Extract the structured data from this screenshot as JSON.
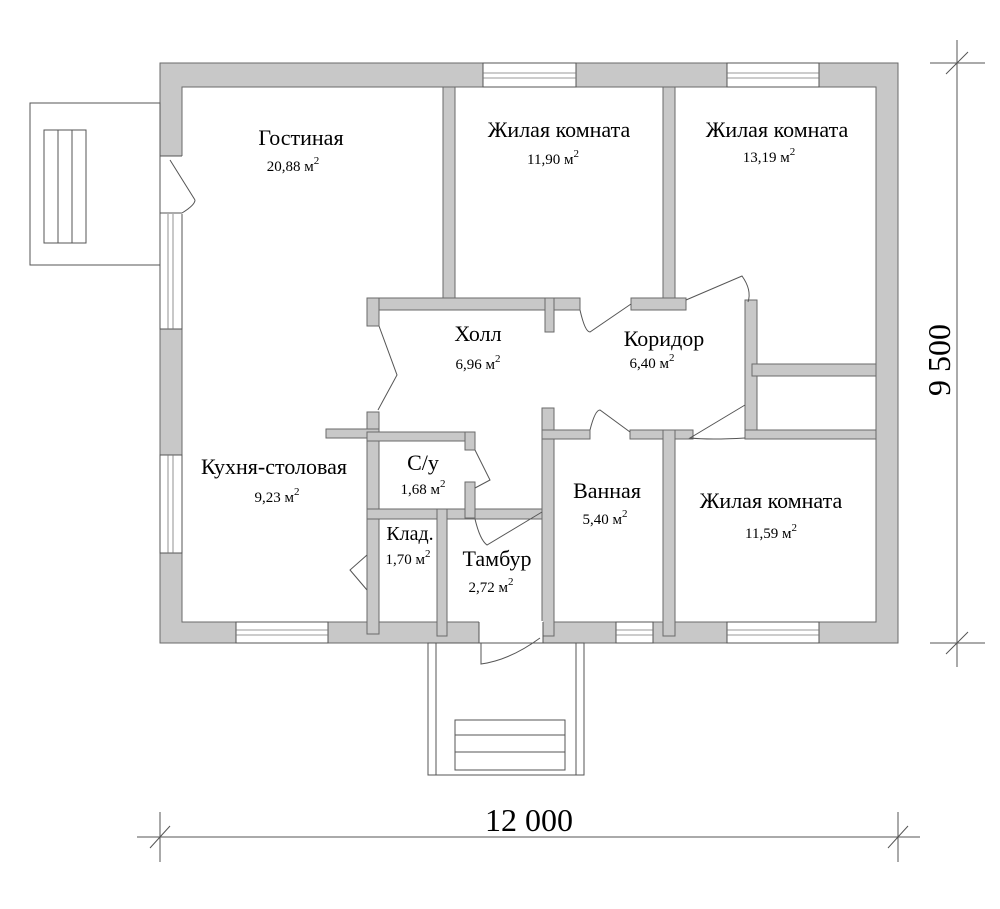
{
  "rooms": {
    "living": {
      "name": "Гостиная",
      "area": "20,88 м",
      "sup": "2"
    },
    "bedroom1": {
      "name": "Жилая комната",
      "area": "11,90 м",
      "sup": "2"
    },
    "bedroom2": {
      "name": "Жилая комната",
      "area": "13,19 м",
      "sup": "2"
    },
    "hall": {
      "name": "Холл",
      "area": "6,96 м",
      "sup": "2"
    },
    "corridor": {
      "name": "Коридор",
      "area": "6,40 м",
      "sup": "2"
    },
    "kitchen": {
      "name": "Кухня-столовая",
      "area": "9,23 м",
      "sup": "2"
    },
    "wc": {
      "name": "С/у",
      "area": "1,68 м",
      "sup": "2"
    },
    "bathroom": {
      "name": "Ванная",
      "area": "5,40 м",
      "sup": "2"
    },
    "bedroom3": {
      "name": "Жилая комната",
      "area": "11,59 м",
      "sup": "2"
    },
    "storage": {
      "name": "Клад.",
      "area": "1,70 м",
      "sup": "2"
    },
    "vestibule": {
      "name": "Тамбур",
      "area": "2,72 м",
      "sup": "2"
    }
  },
  "dimensions": {
    "width": "12 000",
    "height": "9 500"
  }
}
